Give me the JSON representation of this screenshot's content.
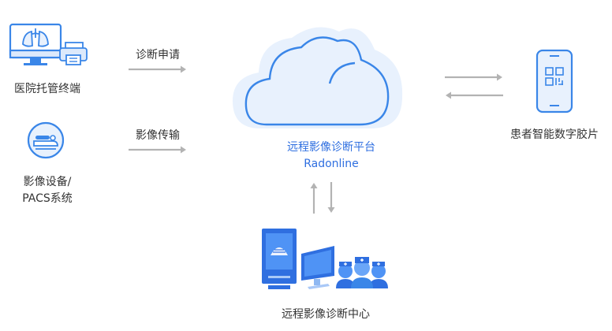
{
  "nodes": {
    "hospital": {
      "label": "医院托管终端"
    },
    "imaging": {
      "label_line1": "影像设备/",
      "label_line2": "PACS系统"
    },
    "platform": {
      "title": "远程影像诊断平台",
      "subtitle": "Radonline"
    },
    "patient": {
      "label": "患者智能数字胶片"
    },
    "center": {
      "label": "远程影像诊断中心"
    }
  },
  "edges": {
    "diagnosis_request": "诊断申请",
    "image_transfer": "影像传输"
  },
  "colors": {
    "accent": "#2f6fe0",
    "cloud_fill": "#e8f1fd",
    "cloud_stroke": "#3a86e8",
    "arrow": "#b3b3b3"
  }
}
